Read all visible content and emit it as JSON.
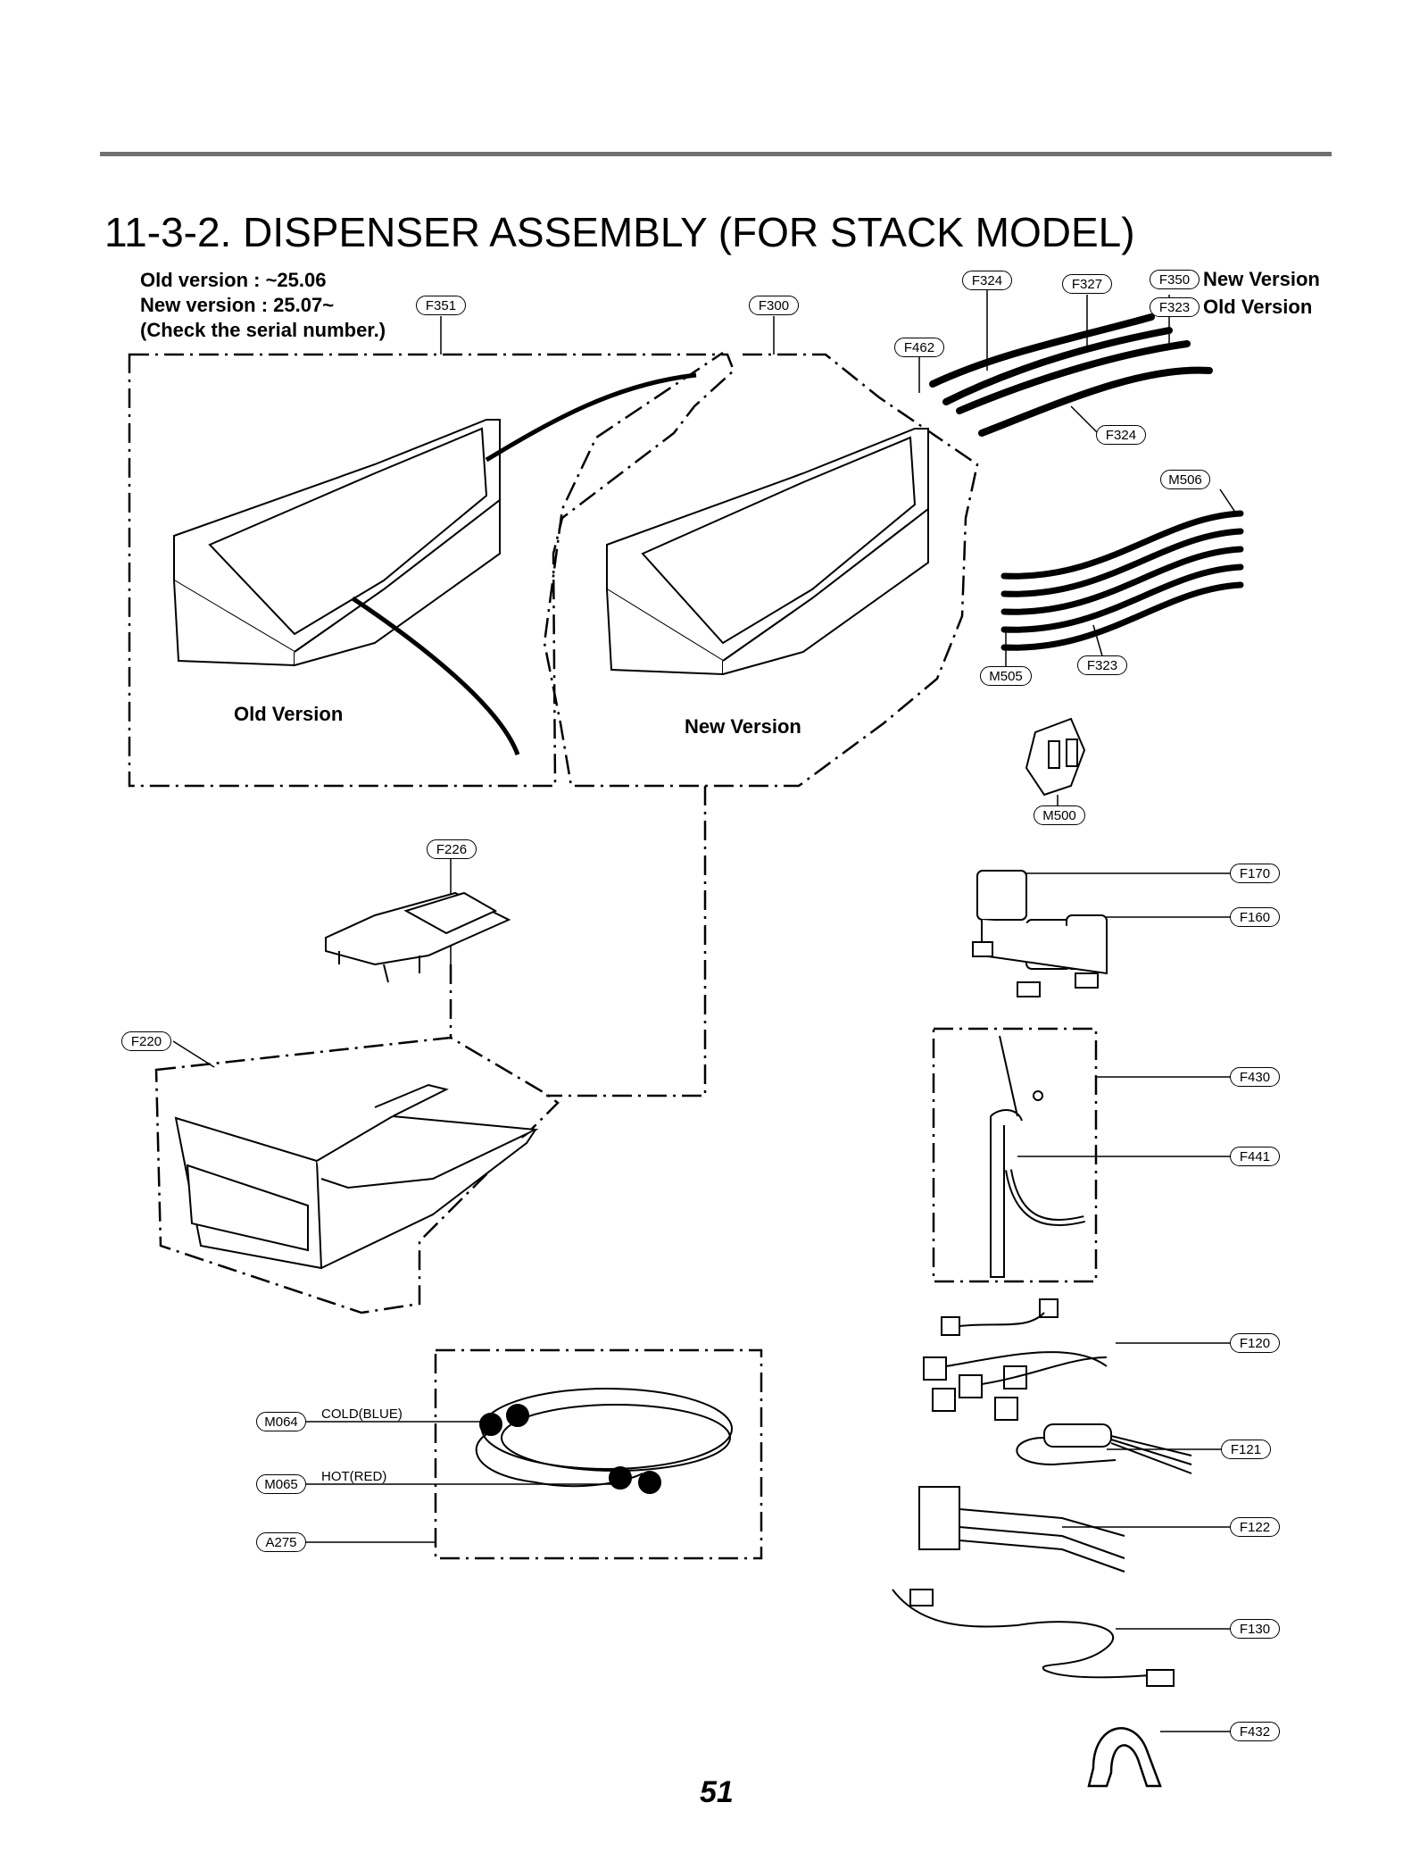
{
  "title": "11-3-2. DISPENSER ASSEMBLY (FOR STACK MODEL)",
  "notes": {
    "line1": "Old version : ~25.06",
    "line2": "New version : 25.07~",
    "line3": "(Check the serial number.)"
  },
  "legend": {
    "f350": "F350",
    "new": "New Version",
    "f323": "F323",
    "old": "Old Version"
  },
  "group_labels": {
    "old": "Old Version",
    "new": "New Version"
  },
  "hose_labels": {
    "cold": "COLD(BLUE)",
    "hot": "HOT(RED)"
  },
  "callouts": {
    "f351": "F351",
    "f300": "F300",
    "f324_top": "F324",
    "f327": "F327",
    "f462": "F462",
    "f324_bottom": "F324",
    "m506": "M506",
    "m505": "M505",
    "f323": "F323",
    "m500": "M500",
    "f226": "F226",
    "f170": "F170",
    "f160": "F160",
    "f220": "F220",
    "f430": "F430",
    "f441": "F441",
    "f120": "F120",
    "f121": "F121",
    "f122": "F122",
    "f130": "F130",
    "f432": "F432",
    "m064": "M064",
    "m065": "M065",
    "a275": "A275"
  },
  "page_number": "51"
}
